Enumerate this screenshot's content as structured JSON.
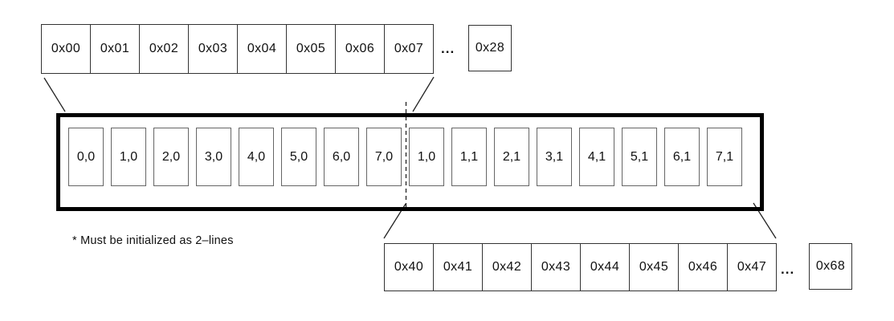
{
  "note": "* Must be initialized as 2–lines",
  "top_memory_row": {
    "cells": [
      "0x00",
      "0x01",
      "0x02",
      "0x03",
      "0x04",
      "0x05",
      "0x06",
      "0x07"
    ],
    "ellipsis": "...",
    "last_cell": "0x28"
  },
  "cache_line": {
    "cells": [
      "0,0",
      "1,0",
      "2,0",
      "3,0",
      "4,0",
      "5,0",
      "6,0",
      "7,0",
      "1,0",
      "1,1",
      "2,1",
      "3,1",
      "4,1",
      "5,1",
      "6,1",
      "7,1"
    ]
  },
  "bottom_memory_row": {
    "cells": [
      "0x40",
      "0x41",
      "0x42",
      "0x43",
      "0x44",
      "0x45",
      "0x46",
      "0x47"
    ],
    "ellipsis": "...",
    "last_cell": "0x68"
  },
  "colors": {
    "thick_border": "#000000",
    "address_cell_border": "#333333",
    "slot_border": "#666666",
    "text": "#111111",
    "background": "#ffffff"
  }
}
